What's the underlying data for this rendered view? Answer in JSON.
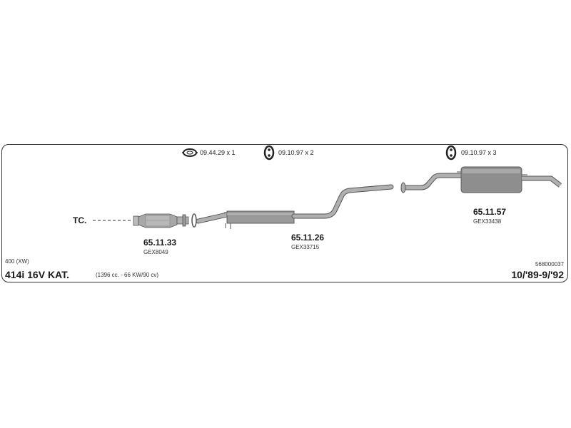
{
  "legend": [
    {
      "icon": "gasket-ring-icon",
      "text": "09.44.29  x 1"
    },
    {
      "icon": "rubber-hanger-icon",
      "text": "09.10.97  x 2"
    },
    {
      "icon": "rubber-hanger-icon",
      "text": "09.10.97  x 3"
    }
  ],
  "connection": "TC.",
  "parts": [
    {
      "code": "65.11.33",
      "gex": "GEX8049",
      "name": "catalytic-converter"
    },
    {
      "code": "65.11.26",
      "gex": "GEX33715",
      "name": "middle-silencer"
    },
    {
      "code": "65.11.57",
      "gex": "GEX33438",
      "name": "rear-silencer"
    }
  ],
  "vehicle": {
    "series": "400 (XW)",
    "model": "414i 16V KAT.",
    "engine": "(1396 cc. - 66 KW/90 cv)",
    "drawing_no": "568000037",
    "years": "10/'89-9/'92"
  },
  "colors": {
    "pipe": "#9a9a9a",
    "pipe_outline": "#555555",
    "frame": "#333333"
  }
}
